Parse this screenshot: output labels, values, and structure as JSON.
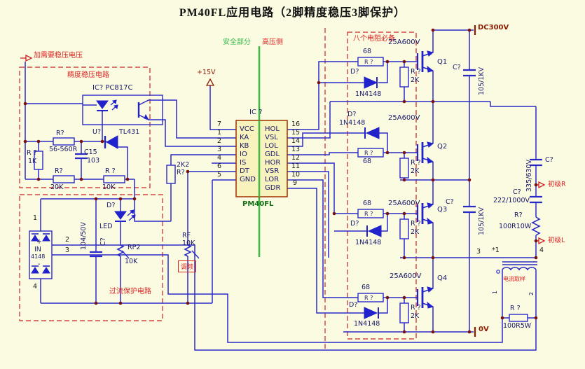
{
  "title": "PM40FL应用电路（2脚精度稳压3脚保护）",
  "regions": {
    "need_reg": "加需要稳压电压",
    "precision": "精度稳压电路",
    "overcurrent": "过流保护电路",
    "safety": "安全部分",
    "hv_side": "高压侧",
    "eight_res": "八个电阻必备",
    "current_sample": "电流取样",
    "primary_r": "初级R",
    "primary_l": "初级L",
    "freq_adj": "调频"
  },
  "power": {
    "v15": "+15V",
    "dc300": "DC300V",
    "v0": "0V"
  },
  "ic": {
    "ref": "IC ?",
    "part": "PM40FL",
    "left_pins": [
      {
        "num": "7",
        "name": "VCC"
      },
      {
        "num": "1",
        "name": "KA"
      },
      {
        "num": "2",
        "name": "KB"
      },
      {
        "num": "3",
        "name": "IO"
      },
      {
        "num": "4",
        "name": "IS"
      },
      {
        "num": "6",
        "name": "DT"
      },
      {
        "num": "5",
        "name": "GND"
      }
    ],
    "right_pins": [
      {
        "num": "16",
        "name": "HOL"
      },
      {
        "num": "15",
        "name": "VSL"
      },
      {
        "num": "14",
        "name": "LOL"
      },
      {
        "num": "13",
        "name": "GDL"
      },
      {
        "num": "12",
        "name": "HOR"
      },
      {
        "num": "11",
        "name": "VSR"
      },
      {
        "num": "10",
        "name": "LOR"
      },
      {
        "num": "9",
        "name": "GDR"
      }
    ]
  },
  "left_circuit": {
    "opto": "IC? PC817C",
    "u_ref": "U?",
    "u_part": "TL431",
    "r_series_ref": "R?",
    "r_series": "56-560R",
    "c15_ref": "C15",
    "c15": "103",
    "r1k_ref": "R ?",
    "r1k": "1K",
    "r20k_ref": "R?",
    "r20k": "20K",
    "r10k_ref": "R ?",
    "r10k": "10K"
  },
  "protection": {
    "plus": "+",
    "bridge1": "IN",
    "bridge2": "4148",
    "minus": "-",
    "p1": "1",
    "p2": "2",
    "p3": "3",
    "p4": "4",
    "cap_ref": "C?",
    "cap": "104/50V",
    "led_ref": "D?",
    "led": "LED",
    "rp2": "RP2",
    "rp2_val": "10K"
  },
  "mid": {
    "r2k2": "2K2",
    "r2k2_ref": "R?",
    "rf": "RF",
    "rf_val": "10K"
  },
  "cells": [
    {
      "q": "Q1",
      "rating": "25A600V",
      "r68": "68",
      "r68_ref": "R ?",
      "d_ref": "D?",
      "d": "1N4148",
      "r2k_ref": "R ?",
      "r2k": "2K"
    },
    {
      "q": "Q2",
      "rating": "25A600V",
      "r68": "68",
      "r68_ref": "R ?",
      "d_ref": "D?",
      "d": "1N4148",
      "r2k_ref": "R ?",
      "r2k": "2K"
    },
    {
      "q": "Q3",
      "rating": "25A600V",
      "r68": "68",
      "r68_ref": "R ?",
      "d_ref": "D?",
      "d": "1N4148",
      "r2k_ref": "R ?",
      "r2k": "2K"
    },
    {
      "q": "Q4",
      "rating": "25A600V",
      "r68": "68",
      "r68_ref": "R ?",
      "d_ref": "D?",
      "d": "1N4148",
      "r2k_ref": "R ?",
      "r2k": "2K"
    }
  ],
  "snubbers": [
    {
      "ref": "C?",
      "val": "105/1KV"
    },
    {
      "ref": "C?",
      "val": "105/1KV"
    }
  ],
  "chain": {
    "c335_ref": "C?",
    "c335": "335/630V",
    "c222_ref": "C?",
    "c222": "222/1000V",
    "r_ref": "R?",
    "r": "100R10W"
  },
  "xfmr": {
    "p3": "3",
    "pstar": "*1",
    "p4": "4",
    "p1": "1",
    "p2": "2"
  },
  "rsample": {
    "ref": "R ?",
    "val": "100R5W"
  },
  "colors": {
    "wire": "#2A2AC8",
    "symbol": "#2222CC",
    "dashed": "#CC2222",
    "label_red": "#DD2222",
    "power_red": "#8B1C00",
    "value_navy": "#16166B",
    "green": "#2FBB44",
    "dark_green": "#157015",
    "ic_fill": "#F8F2BC",
    "background": "#FBFBE2"
  }
}
